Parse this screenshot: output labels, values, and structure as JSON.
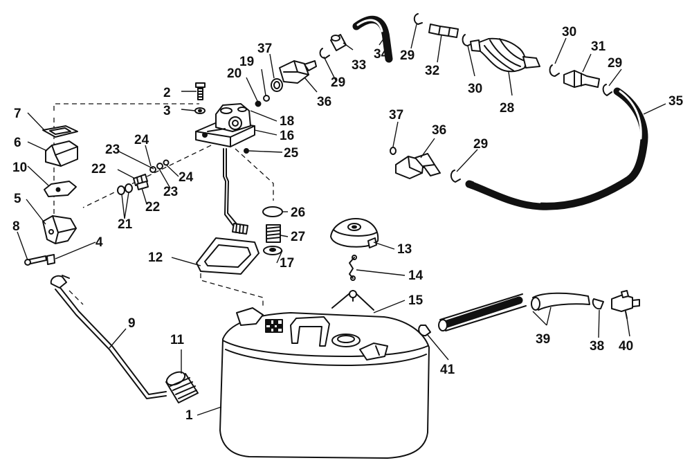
{
  "callouts": [
    {
      "id": "c1",
      "label": "1"
    },
    {
      "id": "c2",
      "label": "2"
    },
    {
      "id": "c3",
      "label": "3"
    },
    {
      "id": "c4",
      "label": "4"
    },
    {
      "id": "c5",
      "label": "5"
    },
    {
      "id": "c6",
      "label": "6"
    },
    {
      "id": "c7",
      "label": "7"
    },
    {
      "id": "c8",
      "label": "8"
    },
    {
      "id": "c9",
      "label": "9"
    },
    {
      "id": "c10",
      "label": "10"
    },
    {
      "id": "c11",
      "label": "11"
    },
    {
      "id": "c12",
      "label": "12"
    },
    {
      "id": "c13",
      "label": "13"
    },
    {
      "id": "c14",
      "label": "14"
    },
    {
      "id": "c15",
      "label": "15"
    },
    {
      "id": "c16",
      "label": "16"
    },
    {
      "id": "c17",
      "label": "17"
    },
    {
      "id": "c18",
      "label": "18"
    },
    {
      "id": "c19",
      "label": "19"
    },
    {
      "id": "c20",
      "label": "20"
    },
    {
      "id": "c21",
      "label": "21"
    },
    {
      "id": "c22a",
      "label": "22"
    },
    {
      "id": "c22b",
      "label": "22"
    },
    {
      "id": "c23a",
      "label": "23"
    },
    {
      "id": "c23b",
      "label": "23"
    },
    {
      "id": "c24a",
      "label": "24"
    },
    {
      "id": "c24b",
      "label": "24"
    },
    {
      "id": "c25",
      "label": "25"
    },
    {
      "id": "c26",
      "label": "26"
    },
    {
      "id": "c27",
      "label": "27"
    },
    {
      "id": "c28",
      "label": "28"
    },
    {
      "id": "c29a",
      "label": "29"
    },
    {
      "id": "c29b",
      "label": "29"
    },
    {
      "id": "c29c",
      "label": "29"
    },
    {
      "id": "c29d",
      "label": "29"
    },
    {
      "id": "c30a",
      "label": "30"
    },
    {
      "id": "c30b",
      "label": "30"
    },
    {
      "id": "c31",
      "label": "31"
    },
    {
      "id": "c32",
      "label": "32"
    },
    {
      "id": "c33",
      "label": "33"
    },
    {
      "id": "c34",
      "label": "34"
    },
    {
      "id": "c35",
      "label": "35"
    },
    {
      "id": "c36a",
      "label": "36"
    },
    {
      "id": "c36b",
      "label": "36"
    },
    {
      "id": "c37a",
      "label": "37"
    },
    {
      "id": "c37b",
      "label": "37"
    },
    {
      "id": "c38",
      "label": "38"
    },
    {
      "id": "c39",
      "label": "39"
    },
    {
      "id": "c40",
      "label": "40"
    },
    {
      "id": "c41",
      "label": "41"
    }
  ]
}
